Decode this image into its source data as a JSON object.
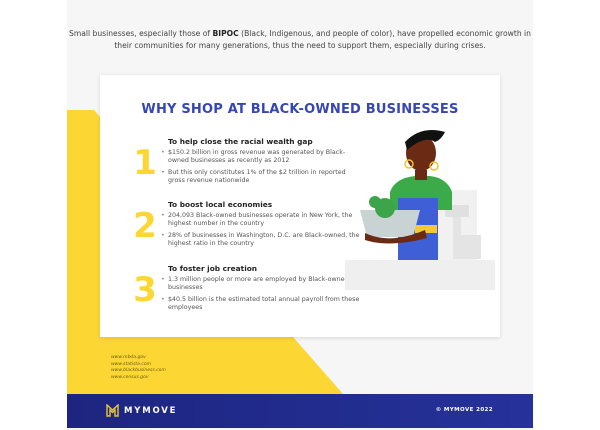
{
  "intro": {
    "pre": "Small businesses, especially those of ",
    "bold": "BIPOC",
    "post": " (Black, Indigenous, and people of color), have propelled economic growth in their communities for many generations, thus the need to support them, especially during crises."
  },
  "title": "WHY SHOP AT BLACK-OWNED BUSINESSES",
  "sections": [
    {
      "number": "1",
      "heading": "To help close the racial wealth gap",
      "bullets": [
        "$150.2 billion in gross revenue was generated by Black-owned businesses as recently as 2012",
        "But this only constitutes 1% of the $2 trillion in reported gross revenue nationwide"
      ]
    },
    {
      "number": "2",
      "heading": "To boost local economies",
      "bullets": [
        "204,093 Black-owned businesses operate in New York, the highest number in the country",
        "28% of businesses in Washington, D.C. are Black-owned, the highest ratio in the country"
      ]
    },
    {
      "number": "3",
      "heading": "To foster job creation",
      "bullets": [
        "1.3 million people or more are employed by Black-owned businesses",
        "$40.5 billion is the estimated total annual payroll from these employees"
      ]
    }
  ],
  "sources": [
    "www.mbda.gov",
    "www.statista.com",
    "www.blackbusiness.com",
    "www.census.gov"
  ],
  "footer": {
    "brand": "MYMOVE",
    "copyright": "© MYMOVE 2022"
  },
  "colors": {
    "accent": "#fcd734",
    "title": "#3646b5",
    "footer": "#1d2580"
  }
}
